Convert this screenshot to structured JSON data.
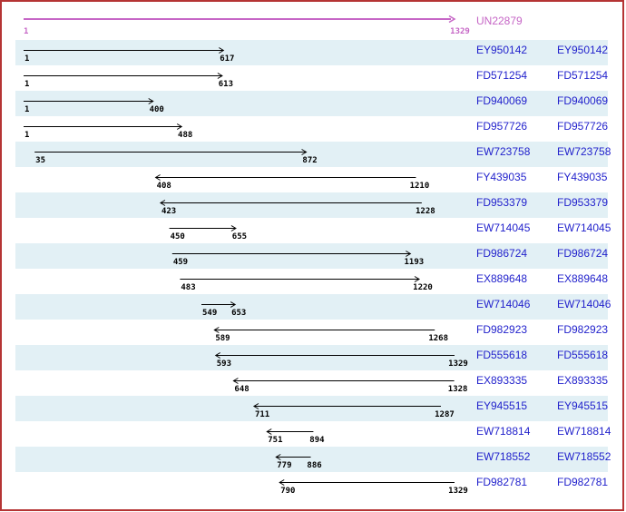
{
  "colors": {
    "frame_border": "#b53434",
    "row_band": "#e2f0f5",
    "reference_accent": "#c666c6",
    "alignment_arrow": "#000000",
    "accession_link": "#2222cc"
  },
  "axis": {
    "min": 1,
    "max": 1329
  },
  "reference": {
    "label": "UN22879",
    "start": 1,
    "end": 1329,
    "direction": "right"
  },
  "alignments": [
    {
      "accession": "EY950142",
      "start": 1,
      "end": 617,
      "direction": "right"
    },
    {
      "accession": "FD571254",
      "start": 1,
      "end": 613,
      "direction": "right"
    },
    {
      "accession": "FD940069",
      "start": 1,
      "end": 400,
      "direction": "right"
    },
    {
      "accession": "FD957726",
      "start": 1,
      "end": 488,
      "direction": "right"
    },
    {
      "accession": "EW723758",
      "start": 35,
      "end": 872,
      "direction": "right"
    },
    {
      "accession": "FY439035",
      "start": 408,
      "end": 1210,
      "direction": "left"
    },
    {
      "accession": "FD953379",
      "start": 423,
      "end": 1228,
      "direction": "left"
    },
    {
      "accession": "EW714045",
      "start": 450,
      "end": 655,
      "direction": "right"
    },
    {
      "accession": "FD986724",
      "start": 459,
      "end": 1193,
      "direction": "right"
    },
    {
      "accession": "EX889648",
      "start": 483,
      "end": 1220,
      "direction": "right"
    },
    {
      "accession": "EW714046",
      "start": 549,
      "end": 653,
      "direction": "right"
    },
    {
      "accession": "FD982923",
      "start": 589,
      "end": 1268,
      "direction": "left"
    },
    {
      "accession": "FD555618",
      "start": 593,
      "end": 1329,
      "direction": "left"
    },
    {
      "accession": "EX893335",
      "start": 648,
      "end": 1328,
      "direction": "left"
    },
    {
      "accession": "EY945515",
      "start": 711,
      "end": 1287,
      "direction": "left"
    },
    {
      "accession": "EW718814",
      "start": 751,
      "end": 894,
      "direction": "left"
    },
    {
      "accession": "EW718552",
      "start": 779,
      "end": 886,
      "direction": "left"
    },
    {
      "accession": "FD982781",
      "start": 790,
      "end": 1329,
      "direction": "left"
    }
  ]
}
